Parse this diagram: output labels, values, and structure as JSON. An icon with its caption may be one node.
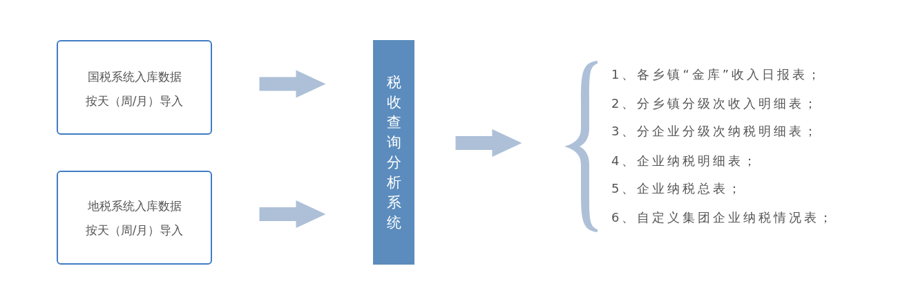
{
  "diagram": {
    "nodes": [
      {
        "text": [
          "国税系统入库数据",
          "按天（周/月）导入"
        ]
      },
      {
        "text": [
          "地税系统入库数据",
          "按天（周/月）导入"
        ]
      },
      {
        "text": [
          "税收查询分析系统"
        ]
      },
      {
        "text": [
          "1、各乡镇“金库”收入日报表；",
          "2、分乡镇分级次收入明细表；",
          "3、分企业分级次纳税明细表；",
          "4、企业纳税明细表；",
          "5、企业纳税总表；",
          "6、自定义集团企业纳税情况表；"
        ]
      }
    ],
    "edges": [
      {
        "from": 0,
        "to": 2,
        "arrow": "to"
      },
      {
        "from": 1,
        "to": 2,
        "arrow": "to"
      },
      {
        "from": 2,
        "to": 3,
        "arrow": "to"
      }
    ]
  }
}
